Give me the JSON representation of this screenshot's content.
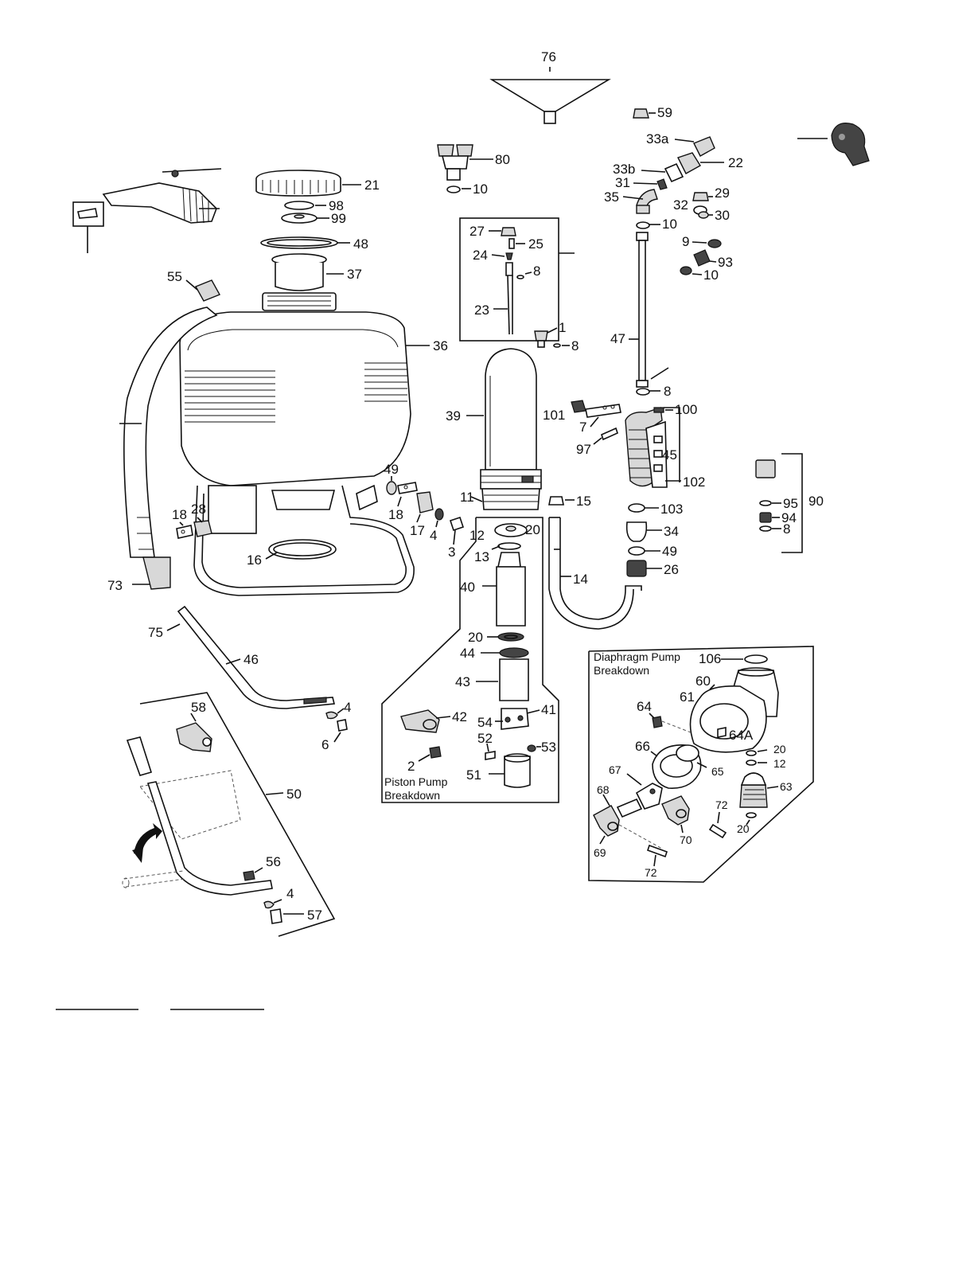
{
  "labels": {
    "p76": "76",
    "p59": "59",
    "p33a": "33a",
    "p22": "22",
    "p33b": "33b",
    "p31": "31",
    "p35": "35",
    "p29": "29",
    "p32": "32",
    "p30": "30",
    "p10a": "10",
    "p9": "9",
    "p93": "93",
    "p10b": "10",
    "p47": "47",
    "p8a": "8",
    "p100": "100",
    "p101": "101",
    "p7": "7",
    "p97": "97",
    "p45": "45",
    "p102": "102",
    "p90": "90",
    "p95": "95",
    "p94": "94",
    "p8b": "8",
    "p103": "103",
    "p34": "34",
    "p49a": "49",
    "p26": "26",
    "p80": "80",
    "p10c": "10",
    "p21": "21",
    "p98": "98",
    "p99": "99",
    "p48": "48",
    "p37": "37",
    "p55": "55",
    "p36": "36",
    "p27": "27",
    "p25": "25",
    "p24": "24",
    "p8c": "8",
    "p23": "23",
    "p1": "1",
    "p8d": "8",
    "p39": "39",
    "p11": "11",
    "p15": "15",
    "p49b": "49",
    "p18a": "18",
    "p17": "17",
    "p4a": "4",
    "p3": "3",
    "p18b": "18",
    "p28": "28",
    "p16": "16",
    "p73": "73",
    "p12": "12",
    "p20a": "20",
    "p13": "13",
    "p40": "40",
    "p14": "14",
    "p20b": "20",
    "p44": "44",
    "p43": "43",
    "p42": "42",
    "p41": "41",
    "p54": "54",
    "p52": "52",
    "p53": "53",
    "p2": "2",
    "p51": "51",
    "p75": "75",
    "p46": "46",
    "p4b": "4",
    "p6": "6",
    "p58": "58",
    "p50": "50",
    "p56": "56",
    "p4c": "4",
    "p57": "57",
    "p106": "106",
    "p60": "60",
    "p61": "61",
    "p64": "64",
    "p64A": "64A",
    "p20c": "20",
    "p12b": "12",
    "p66": "66",
    "p65": "65",
    "p67": "67",
    "p63": "63",
    "p68": "68",
    "p72a": "72",
    "p20d": "20",
    "p70": "70",
    "p69": "69",
    "p72b": "72"
  },
  "boxes": {
    "piston_line1": "Piston Pump",
    "piston_line2": "Breakdown",
    "diaphragm_line1": "Diaphragm Pump",
    "diaphragm_line2": "Breakdown"
  }
}
